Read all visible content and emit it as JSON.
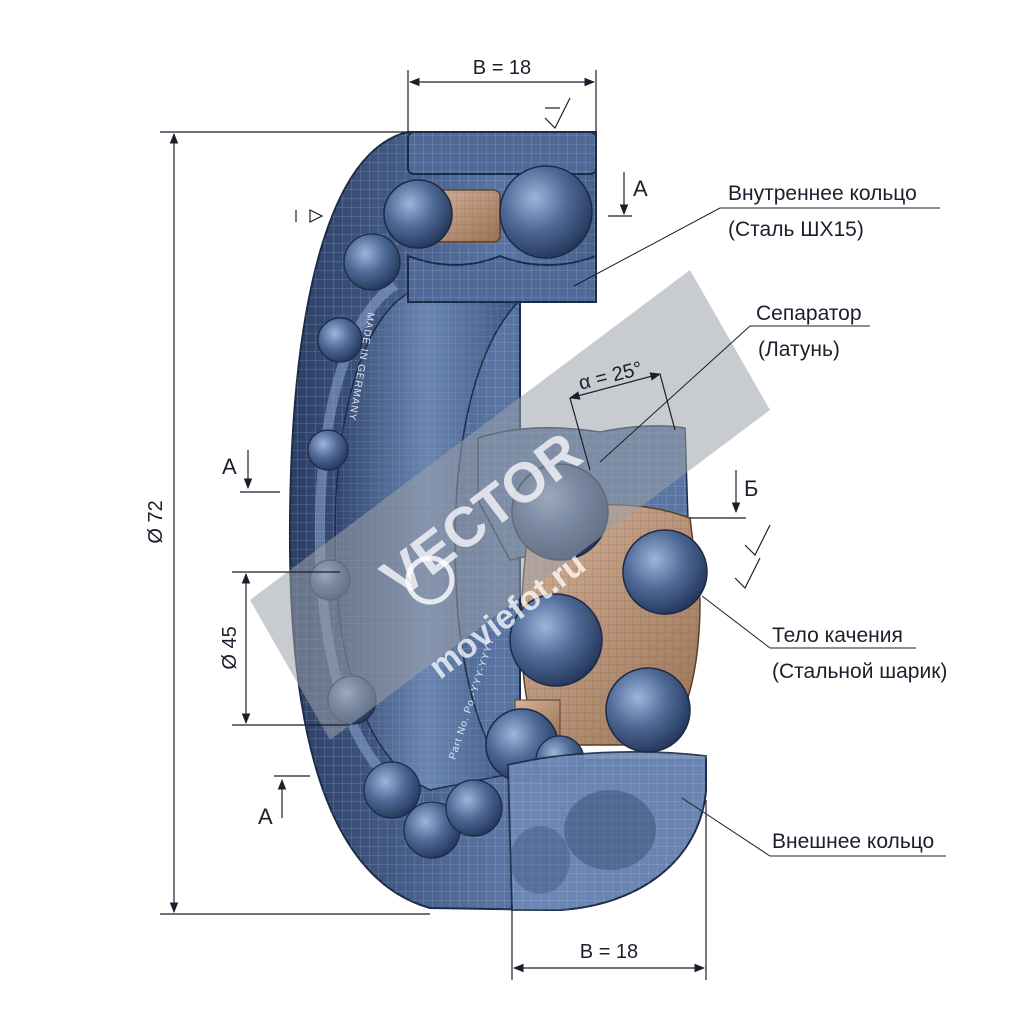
{
  "colors": {
    "steel_dark": "#2c3f66",
    "steel": "#4a6491",
    "steel_light": "#7f9cc6",
    "brass": "#b48a6b",
    "brass_light": "#d4b39a",
    "line": "#1a1f2b",
    "watermark": "#9aa1a8"
  },
  "dimensions": {
    "width_top": "B = 18",
    "width_bottom": "B = 18",
    "outer_diameter": "Ø 72",
    "bore_diameter": "Ø 45",
    "contact_angle": "α = 25°"
  },
  "section_marks": {
    "a_top": "A",
    "a_left": "A",
    "a_bottom": "A",
    "b_right": "Б"
  },
  "callouts": {
    "inner_ring": {
      "name": "Внутреннее кольцо",
      "material": "(Сталь ШХ15)"
    },
    "cage": {
      "name": "Сепаратор",
      "material": "(Латунь)"
    },
    "rolling_element": {
      "name": "Тело качения",
      "material": "(Стальной шарик)"
    },
    "outer_ring": {
      "name": "Внешнее кольцо"
    }
  },
  "engravings": {
    "origin": "MADE IN GERMANY",
    "part_no": "Part No. Po.-YYY-YYYY"
  },
  "watermark": {
    "text": "VECTOR",
    "site": "moviefot.ru"
  }
}
